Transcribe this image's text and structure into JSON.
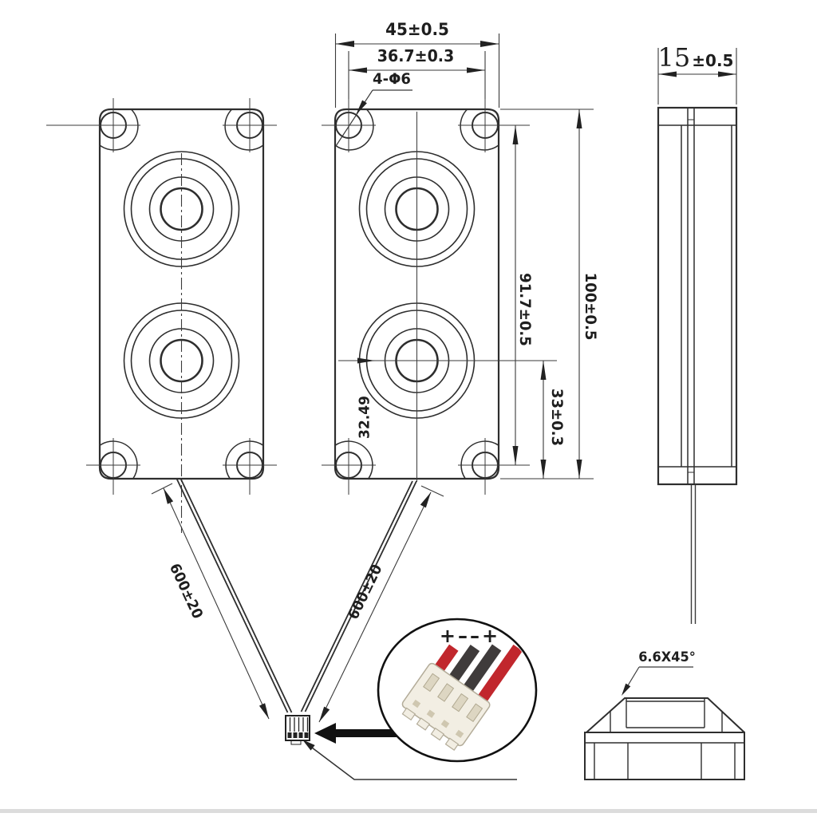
{
  "drawing": {
    "kind": "dual-speaker-dimension-drawing",
    "views": [
      "front-view-left",
      "front-view-dimensioned",
      "side-view",
      "section-view",
      "connector-detail"
    ]
  },
  "dimensions": {
    "total_width": "45±0.5",
    "hole_spacing_width": "36.7±0.3",
    "mounting_holes": "4-Φ6",
    "depth_value": "15",
    "depth_tolerance": "±0.5",
    "hole_spacing_height": "91.7±0.5",
    "total_height": "100±0.5",
    "driver_center_to_bottom": "33±0.3",
    "driver_offset": "32.49",
    "wire_left_length": "600±20",
    "wire_right_length": "600±20",
    "chamfer": "6.6X45°",
    "polarity": "+––+"
  },
  "colors": {
    "line": "#2e2e2e",
    "wire_red": "#c1272d",
    "wire_black": "#3f3b3b",
    "connector_body": "#f2eee3"
  }
}
